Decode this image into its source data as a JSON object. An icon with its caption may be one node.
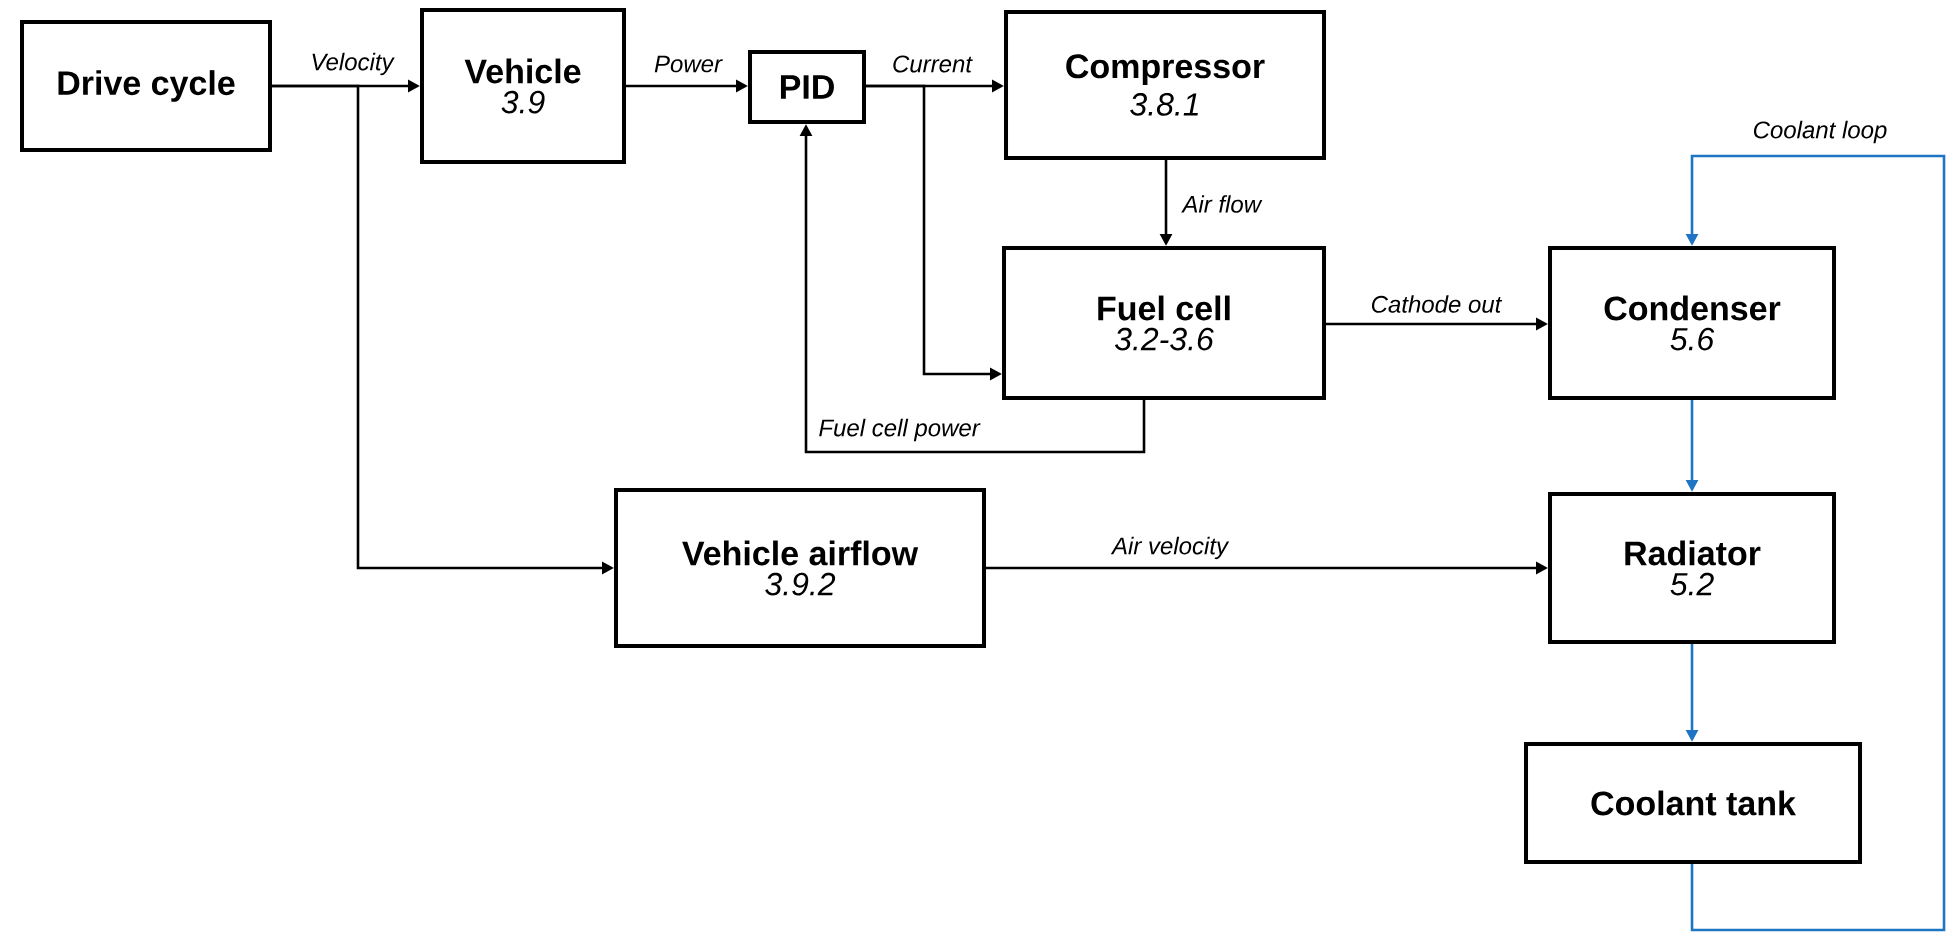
{
  "diagram": {
    "nodes": [
      {
        "text": [
          "Drive cycle"
        ]
      },
      {
        "text": [
          "Vehicle",
          "3.9"
        ]
      },
      {
        "text": [
          "PID"
        ]
      },
      {
        "text": [
          "Compressor",
          "3.8.1"
        ]
      },
      {
        "text": [
          "Fuel cell",
          "3.2-3.6"
        ]
      },
      {
        "text": [
          "Condenser",
          "5.6"
        ]
      },
      {
        "text": [
          "Vehicle airflow",
          "3.9.2"
        ]
      },
      {
        "text": [
          "Radiator",
          "5.2"
        ]
      },
      {
        "text": [
          "Coolant tank"
        ]
      }
    ],
    "edges": [
      {
        "from": 0,
        "to": 1,
        "arrow": "to",
        "label": "Velocity"
      },
      {
        "from": 1,
        "to": 2,
        "arrow": "to",
        "label": "Power"
      },
      {
        "from": 2,
        "to": 3,
        "arrow": "to",
        "label": "Current"
      },
      {
        "from": 2,
        "to": 4,
        "arrow": "to"
      },
      {
        "from": 3,
        "to": 4,
        "arrow": "to",
        "label": "Air flow"
      },
      {
        "from": 4,
        "to": 2,
        "arrow": "to",
        "label": "Fuel cell power"
      },
      {
        "from": 0,
        "to": 6,
        "arrow": "to"
      },
      {
        "from": 6,
        "to": 7,
        "arrow": "to",
        "label": "Air velocity"
      },
      {
        "from": 4,
        "to": 5,
        "arrow": "to",
        "label": "Cathode out"
      },
      {
        "from": 5,
        "to": 7,
        "arrow": "to",
        "color": "#1f74c4"
      },
      {
        "from": 7,
        "to": 8,
        "arrow": "to",
        "color": "#1f74c4"
      },
      {
        "from": 8,
        "to": 5,
        "arrow": "to",
        "label": "Coolant loop",
        "color": "#1f74c4"
      }
    ]
  }
}
